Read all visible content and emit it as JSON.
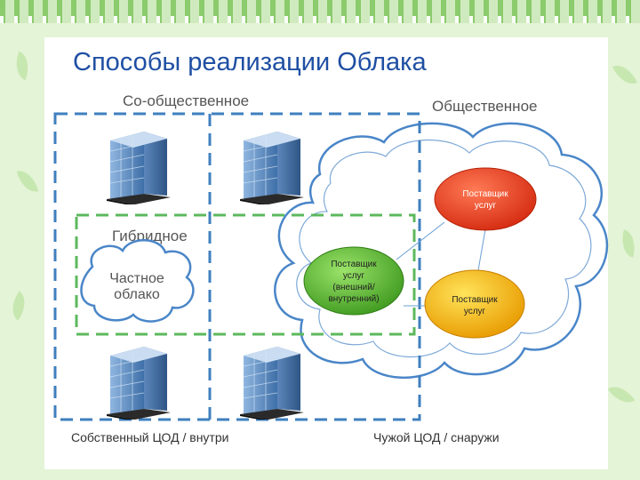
{
  "title": "Способы реализации Облака",
  "labels": {
    "community": "Со-общественное",
    "public": "Общественное",
    "hybrid": "Гибридное"
  },
  "private_cloud": {
    "line1": "Частное",
    "line2": "облако"
  },
  "providers": {
    "top": {
      "line1": "Поставщик",
      "line2": "услуг"
    },
    "left": {
      "line1": "Поставщик",
      "line2": "услуг",
      "line3": "(внешний/",
      "line4": "внутренний)"
    },
    "right": {
      "line1": "Поставщик",
      "line2": "услуг"
    }
  },
  "footer": {
    "inside": "Собственный ЦОД / внутри",
    "outside": "Чужой ЦОД / снаружи"
  },
  "colors": {
    "title": "#1f4fa3",
    "blue_dash": "#3f7fbf",
    "green_dash": "#5cb85c",
    "red_node": "#e53a1a",
    "green_node": "#58b82e",
    "yellow_node": "#f2b20e"
  },
  "icons": [
    "server-building-icon",
    "cloud-icon"
  ]
}
